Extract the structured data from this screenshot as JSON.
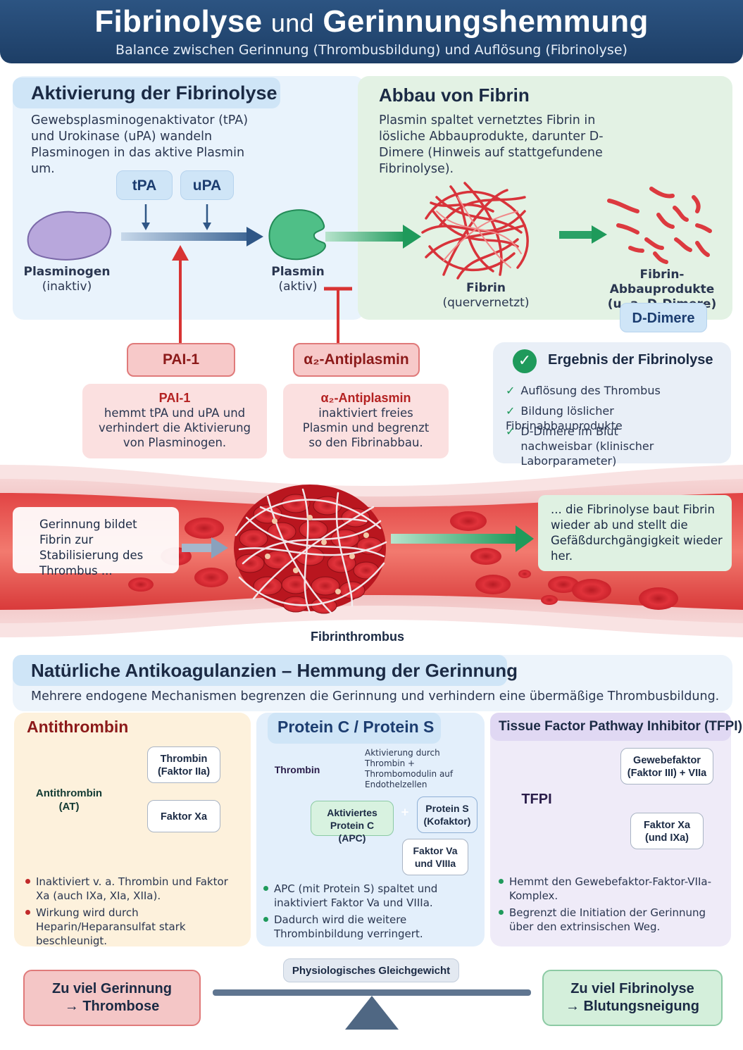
{
  "header": {
    "title_part1": "Fibrinolyse",
    "title_and": "und",
    "title_part2": "Gerinnungshemmung",
    "subtitle": "Balance zwischen Gerinnung (Thrombusbildung) und Auflösung (Fibrinolyse)"
  },
  "activation": {
    "title": "Aktivierung der Fibrinolyse",
    "text": "Gewebsplasminogenaktivator (tPA) und Urokinase (uPA) wandeln Plasminogen in das aktive Plasmin um.",
    "tpa": "tPA",
    "upa": "uPA",
    "plasminogen_name": "Plasminogen",
    "plasminogen_state": "(inaktiv)",
    "plasmin_name": "Plasmin",
    "plasmin_state": "(aktiv)"
  },
  "degradation": {
    "title": "Abbau von Fibrin",
    "text": "Plasmin spaltet vernetztes Fibrin in lösliche Abbauprodukte, darunter D-Dimere (Hinweis auf stattgefundene Fibrinolyse).",
    "fibrin_name": "Fibrin",
    "fibrin_state": "(quervernetzt)",
    "products_name": "Fibrin-Abbauprodukte",
    "products_note": "(u. a. D-Dimere)",
    "ddimer_pill": "D-Dimere"
  },
  "inhibitors": {
    "pai_tag": "PAI-1",
    "pai_box_title": "PAI-1",
    "pai_box_text": "hemmt tPA und uPA und verhindert die Aktivierung von Plasminogen.",
    "alpha_tag": "α₂-Antiplasmin",
    "alpha_box_title": "α₂-Antiplasmin",
    "alpha_box_text": "inaktiviert freies Plasmin und begrenzt so den Fibrinabbau."
  },
  "result": {
    "title": "Ergebnis der Fibrinolyse",
    "items": [
      "Auflösung des Thrombus",
      "Bildung löslicher Fibrinabbauprodukte",
      "D-Dimere im Blut nachweisbar (klinischer Laborparameter)"
    ]
  },
  "vessel": {
    "left_text": "Gerinnung bildet Fibrin zur Stabilisierung des Thrombus ...",
    "right_text": "... die Fibrinolyse baut Fibrin wieder ab und stellt die Gefäßdurchgängigkeit wieder her.",
    "caption": "Fibrinthrombus"
  },
  "anticoag": {
    "title": "Natürliche Antikoagulanzien – Hemmung der Gerinnung",
    "intro": "Mehrere endogene Mechanismen begrenzen die Gerinnung und verhindern eine übermäßige Thrombusbildung."
  },
  "antithrombin": {
    "title": "Antithrombin",
    "molecule": "Antithrombin (AT)",
    "target1": "Thrombin (Faktor IIa)",
    "target2": "Faktor Xa",
    "bullets": [
      "Inaktiviert v. a. Thrombin und Faktor Xa (auch IXa, XIa, XIIa).",
      "Wirkung wird durch Heparin/Heparansulfat stark beschleunigt."
    ]
  },
  "proteinc": {
    "title": "Protein C / Protein S",
    "thrombin": "Thrombin",
    "activation_note": "Aktivierung durch Thrombin + Thrombomodulin auf Endothelzellen",
    "apc": "Aktiviertes Protein C (APC)",
    "proteins": "Protein S (Kofaktor)",
    "plus": "+",
    "target": "Faktor Va und VIIIa",
    "bullets": [
      "APC (mit Protein S) spaltet und inaktiviert Faktor Va und VIIIa.",
      "Dadurch wird die weitere Thrombinbildung verringert."
    ]
  },
  "tfpi": {
    "title": "Tissue Factor Pathway Inhibitor (TFPI)",
    "molecule": "TFPI",
    "target1": "Gewebefaktor (Faktor III) + VIIa",
    "target2": "Faktor Xa (und IXa)",
    "bullets": [
      "Hemmt den Gewebefaktor-Faktor-VIIa-Komplex.",
      "Begrenzt die Initiation der Gerinnung über den extrinsischen Weg."
    ]
  },
  "balance": {
    "label": "Physiologisches Gleichgewicht",
    "left_line1": "Zu viel Gerinnung",
    "left_line2": "→ Thrombose",
    "right_line1": "Zu viel Fibrinolyse",
    "right_line2": "→ Blutungsneigung"
  },
  "colors": {
    "header": "#1d3e66",
    "activation_bg": "#e9f3fc",
    "degradation_bg": "#e3f2e4",
    "inhibitor_red": "#d83333",
    "arrow_green": "#1f9a5b",
    "antithrombin_bg": "#fdf1dc",
    "proteinc_bg": "#e3effb",
    "tfpi_bg": "#efebf8"
  }
}
